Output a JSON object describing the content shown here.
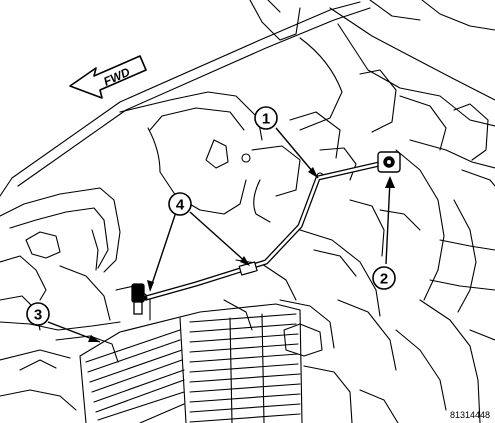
{
  "direction_arrow": {
    "label": "FWD"
  },
  "callouts": [
    {
      "id": "callout-1",
      "number": "1"
    },
    {
      "id": "callout-2",
      "number": "2"
    },
    {
      "id": "callout-3",
      "number": "3"
    },
    {
      "id": "callout-4",
      "number": "4"
    }
  ],
  "figure_id": "81314448",
  "colors": {
    "line": "#000000",
    "background": "#ffffff"
  }
}
